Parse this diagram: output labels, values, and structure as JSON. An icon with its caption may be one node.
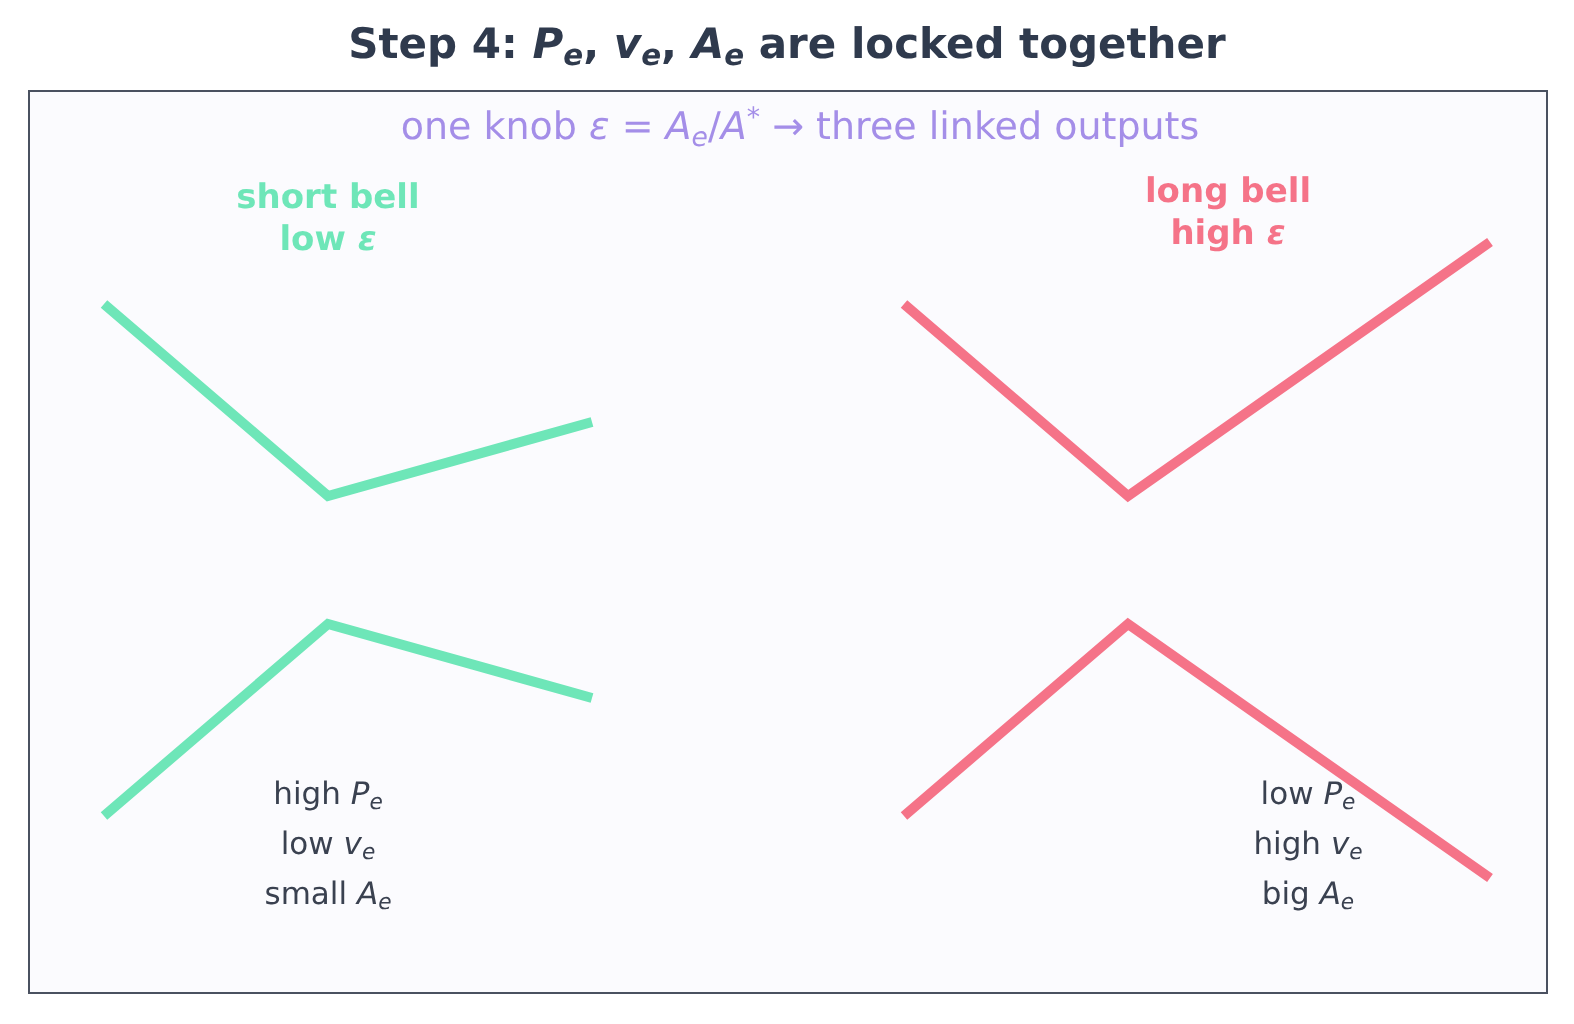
{
  "diagram": {
    "title": "Step 4: *P*$_{e}$, *v*$_{e}$, *A*$_{e}$ are locked together",
    "labels": [
      "one knob *ε* = *A*$_{e}$/*A*$^{*}$ → three linked outputs",
      "short bell",
      "low *ε*",
      "long bell",
      "high *ε*",
      "high *P*$_{e}$",
      "low *v*$_{e}$",
      "small *A*$_{e}$",
      "low *P*$_{e}$",
      "high *v*$_{e}$",
      "big *A*$_{e}$"
    ]
  }
}
